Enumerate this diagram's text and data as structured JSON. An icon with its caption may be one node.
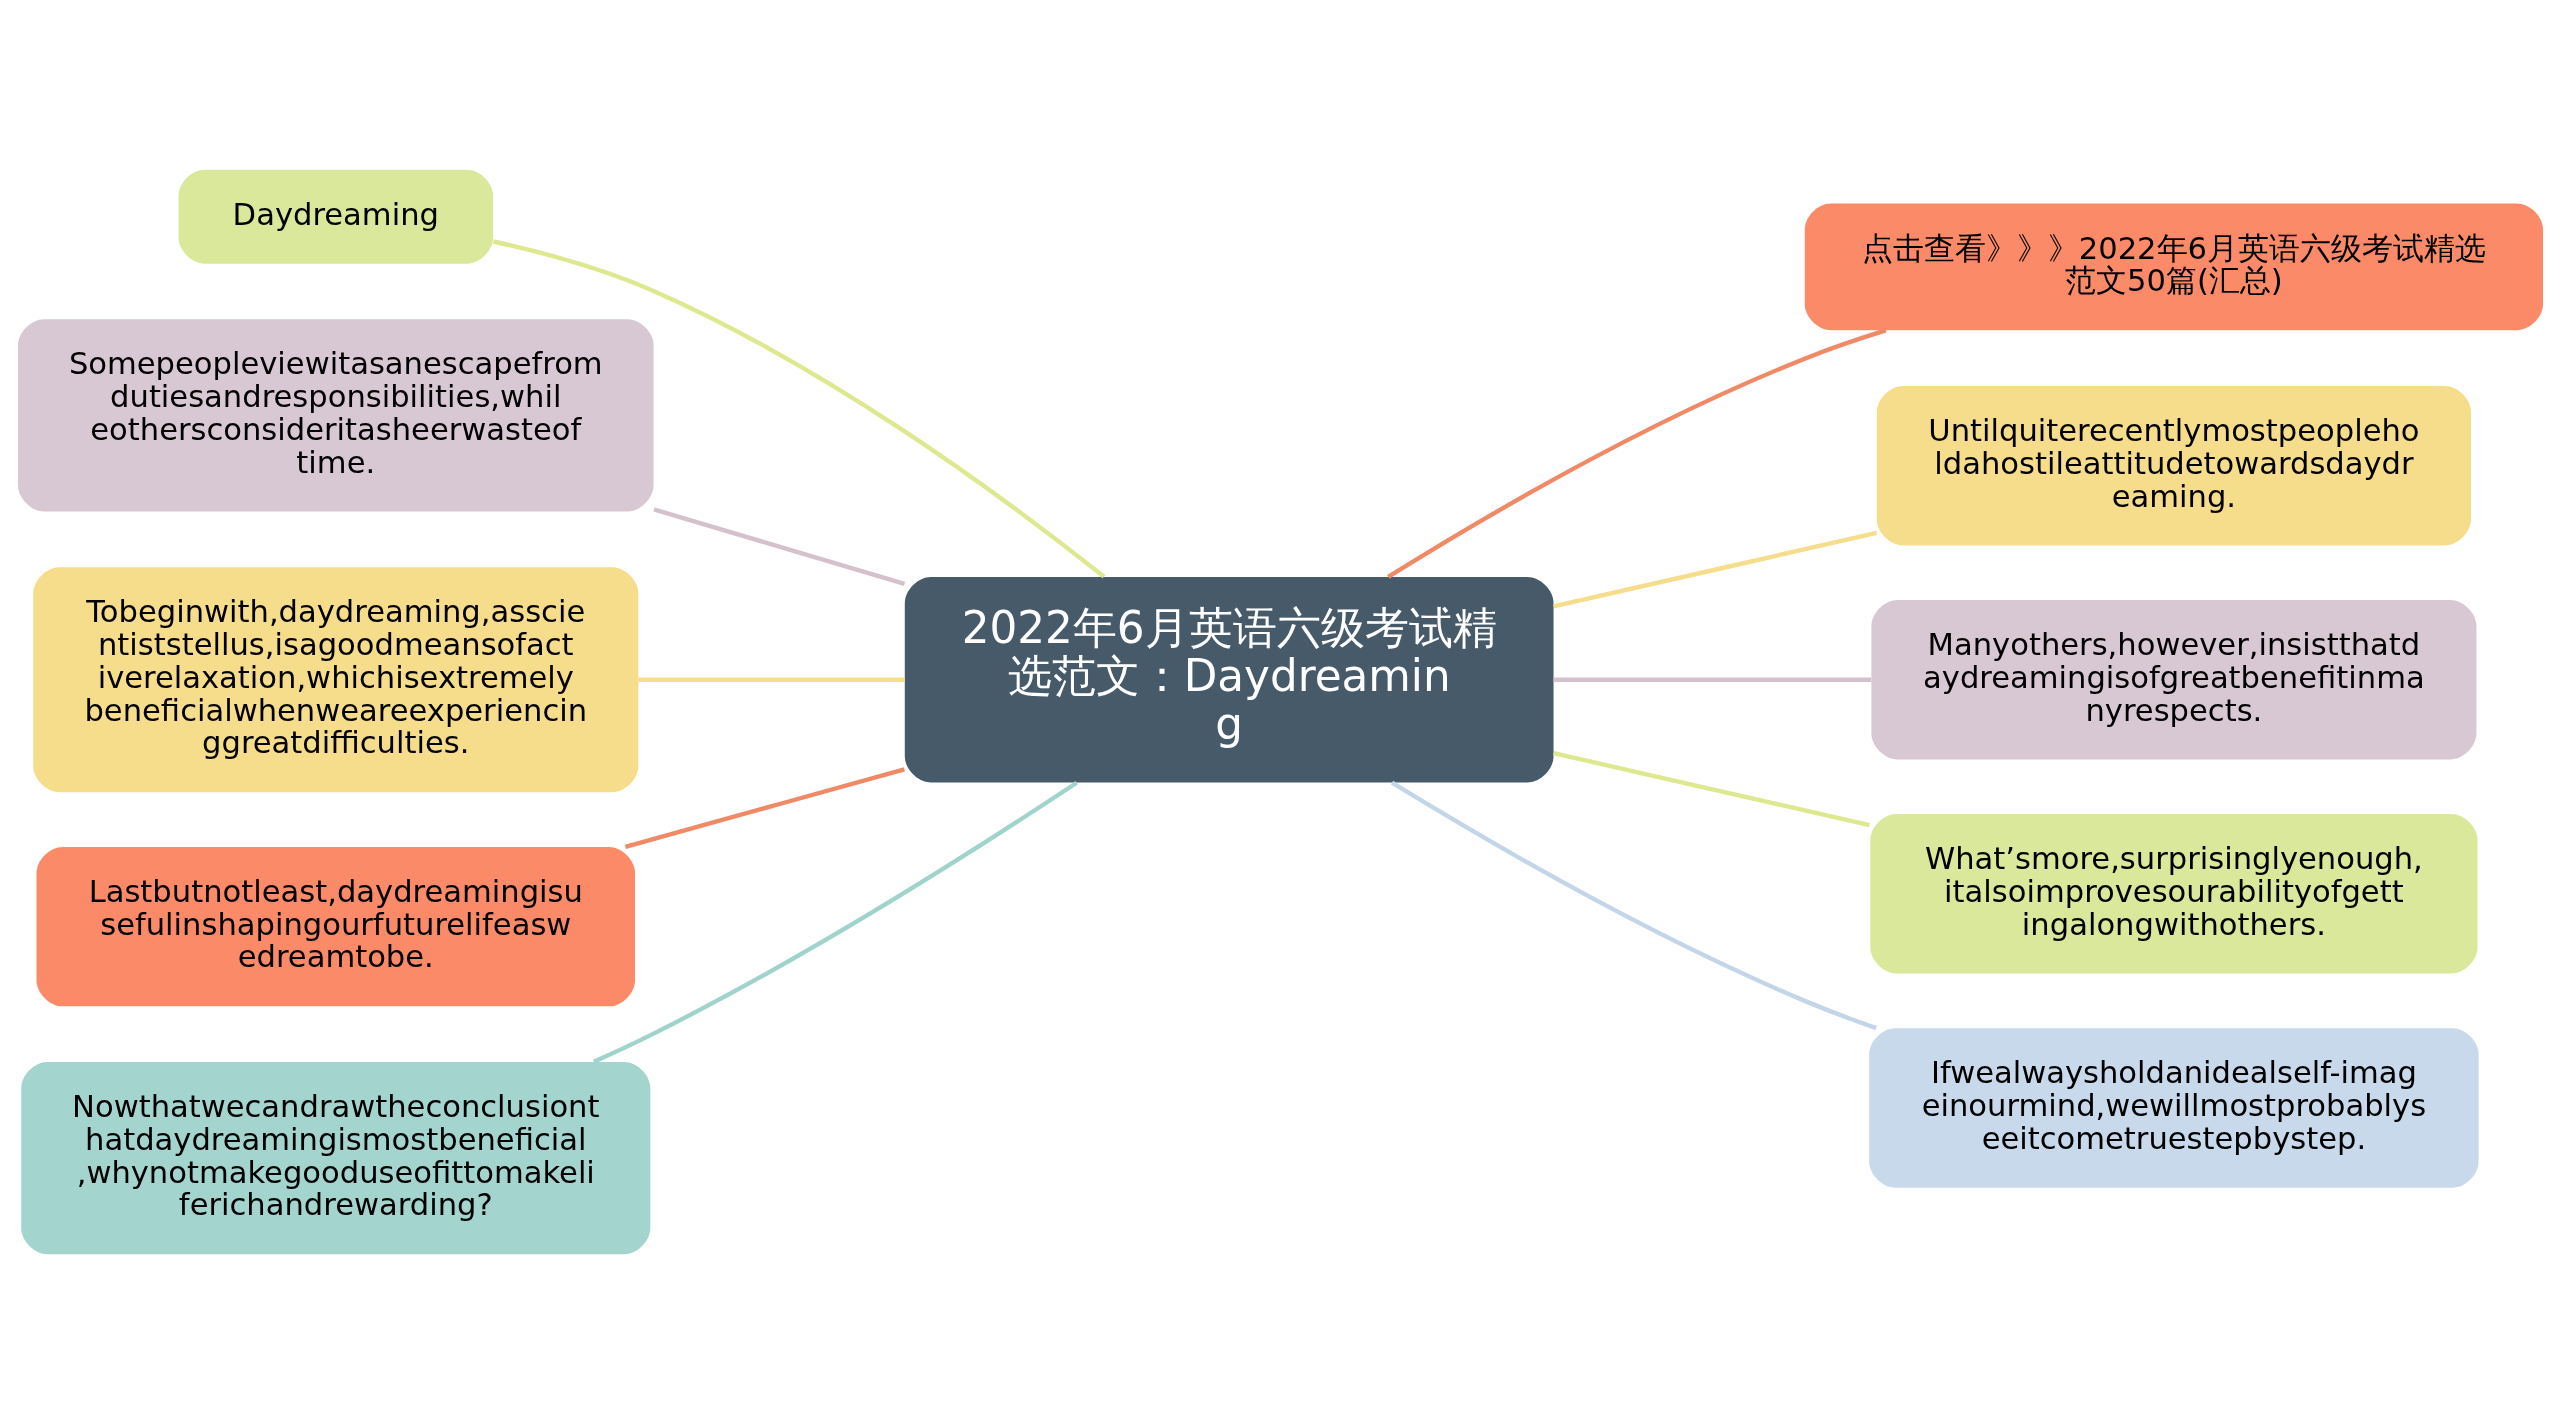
{
  "diagram": {
    "nodes": [
      {
        "text": [
          "2022年6月英语六级考试精选范文：Daydreaming"
        ]
      },
      {
        "text": [
          "Daydreaming"
        ]
      },
      {
        "text": [
          "Somepeopleviewitasanescapefromdutiesandresponsibilities,whileothersconsideritasheerwasteoftime."
        ]
      },
      {
        "text": [
          "Tobeginwith,daydreaming,asscientiststellus,isagoodmeansofactiverelaxation,whichisextremelybeneficialwhenweareexperiencinggreatdifficulties."
        ]
      },
      {
        "text": [
          "Lastbutnotleast,daydreamingisusefulinshapingourfuturelifeaswedreamtobe."
        ]
      },
      {
        "text": [
          "Nowthatwecandrawtheconclusionthatdaydreamingismostbeneficial,whynotmakegooduseofittomakeliferichandrewarding?"
        ]
      },
      {
        "text": [
          "点击查看》》》2022年6月英语六级考试精选范文50篇(汇总)"
        ]
      },
      {
        "text": [
          "Untilquiterecentlymostpeopleholdahostileattitudetowardsdaydreaming."
        ]
      },
      {
        "text": [
          "Manyothers,however,insistthatdaydreamingisofgreatbenefitinmanyrespects."
        ]
      },
      {
        "text": [
          "What’smore,surprisinglyenough,italsoimprovesourabilityofgettingalongwithothers."
        ]
      },
      {
        "text": [
          "Ifwealwaysholdanidealself-imageinourmind,wewillmostprobablyseeitcometruestepbystep."
        ]
      }
    ],
    "edges": [
      {
        "from": 0,
        "to": 1,
        "arrow": "none",
        "color": "#dde88f"
      },
      {
        "from": 0,
        "to": 2,
        "arrow": "none",
        "color": "#d5c1cb"
      },
      {
        "from": 0,
        "to": 3,
        "arrow": "none",
        "color": "#f6dd8b"
      },
      {
        "from": 0,
        "to": 4,
        "arrow": "none",
        "color": "#f08a66"
      },
      {
        "from": 0,
        "to": 5,
        "arrow": "none",
        "color": "#9fd3cb"
      },
      {
        "from": 0,
        "to": 6,
        "arrow": "none",
        "color": "#f08a66"
      },
      {
        "from": 0,
        "to": 7,
        "arrow": "none",
        "color": "#f6dd8b"
      },
      {
        "from": 0,
        "to": 8,
        "arrow": "none",
        "color": "#d5c1cb"
      },
      {
        "from": 0,
        "to": 9,
        "arrow": "none",
        "color": "#dde88f"
      },
      {
        "from": 0,
        "to": 10,
        "arrow": "none",
        "color": "#c3d6e8"
      }
    ]
  }
}
